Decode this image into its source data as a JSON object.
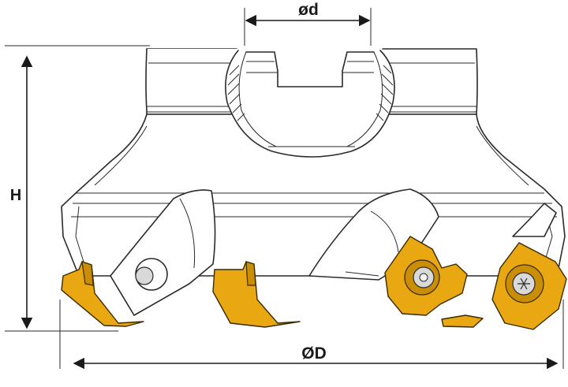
{
  "labels": {
    "bore_diameter": "ød",
    "height": "H",
    "cutter_diameter": "ØD"
  },
  "colors": {
    "insert": "#e9a812",
    "line": "#2a2a2a",
    "background": "#ffffff"
  }
}
